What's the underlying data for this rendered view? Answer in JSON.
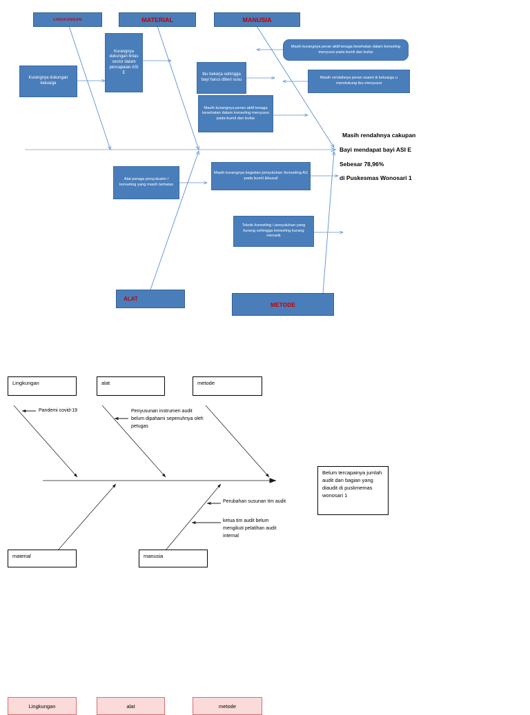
{
  "page": {
    "title": "Fishbone (Ishikawa) Diagrams - Puskesmas Wonosari 1",
    "colors": {
      "blue_fill": "#4a7ebb",
      "blue_line": "#5b8fd0",
      "header_text": "#c00000",
      "pink_fill": "#fbdada",
      "pink_border": "#d86c6c",
      "black": "#000000",
      "gray_spine": "#8c8c8c"
    }
  },
  "diagram1": {
    "headers": [
      {
        "label": "LINGKUNGAN"
      },
      {
        "label": "MATERIAL"
      },
      {
        "label": "MANUSIA"
      }
    ],
    "causes": [
      {
        "label": "Kurangnya dukungan keluarga"
      },
      {
        "label": "Kurangnya dukungan lintas sector dalam pencapaian ASI E"
      },
      {
        "label": "Ibu bekerja sehingga bayi harus diberi susu"
      },
      {
        "label": "Masih kurangnya peran aktif tenaga kesehatan dalam konseling menyusui pada bumil dan bufas"
      },
      {
        "label": "Masih kurangnya peran aktif tenaga kesehatan dalam konseling menyusui pada bumil dan bufas"
      },
      {
        "label": "Masih rendahnya peran suami & keluarga u mendukung ibu menyusui"
      },
      {
        "label": "Alat peraga penyuluahn / konseling yang masih terbatas"
      },
      {
        "label": "Masih kurangnya kegiatan penyuluhan /konseling AS pada bumil &busuil"
      },
      {
        "label": "Teknik konseling / penyuluhan yang kurang sehingga konseling kurang menarik"
      }
    ],
    "bottom_headers": [
      {
        "label": "ALAT"
      },
      {
        "label": "METODE"
      }
    ],
    "effect_lines": [
      "Masih rendahnya cakupan",
      "Bayi mendapat bayi ASI E",
      "Sebesar 78,96%",
      "di Puskesmas Wonosari 1"
    ]
  },
  "diagram2": {
    "top_categories": [
      {
        "label": "Lingkungan"
      },
      {
        "label": "alat"
      },
      {
        "label": "metode"
      }
    ],
    "bottom_categories": [
      {
        "label": "material"
      },
      {
        "label": "manusia"
      }
    ],
    "causes": [
      {
        "label": "Pandemi covid-19"
      },
      {
        "label": "Penyusunan instrumen audit belum dipahami sepenuhnya oleh petugas"
      },
      {
        "label": "Perubahan susunan tim audit"
      },
      {
        "label": "ketua tim audit belum mengikuti pelatihan audit internal"
      }
    ],
    "effect": {
      "label": "Belum tercapainya jumlah audit dan bagian yang diaudit di puskmemas wonosari 1"
    }
  },
  "diagram3": {
    "top_categories": [
      {
        "label": "Lingkungan"
      },
      {
        "label": "alat"
      },
      {
        "label": "metode"
      }
    ]
  }
}
